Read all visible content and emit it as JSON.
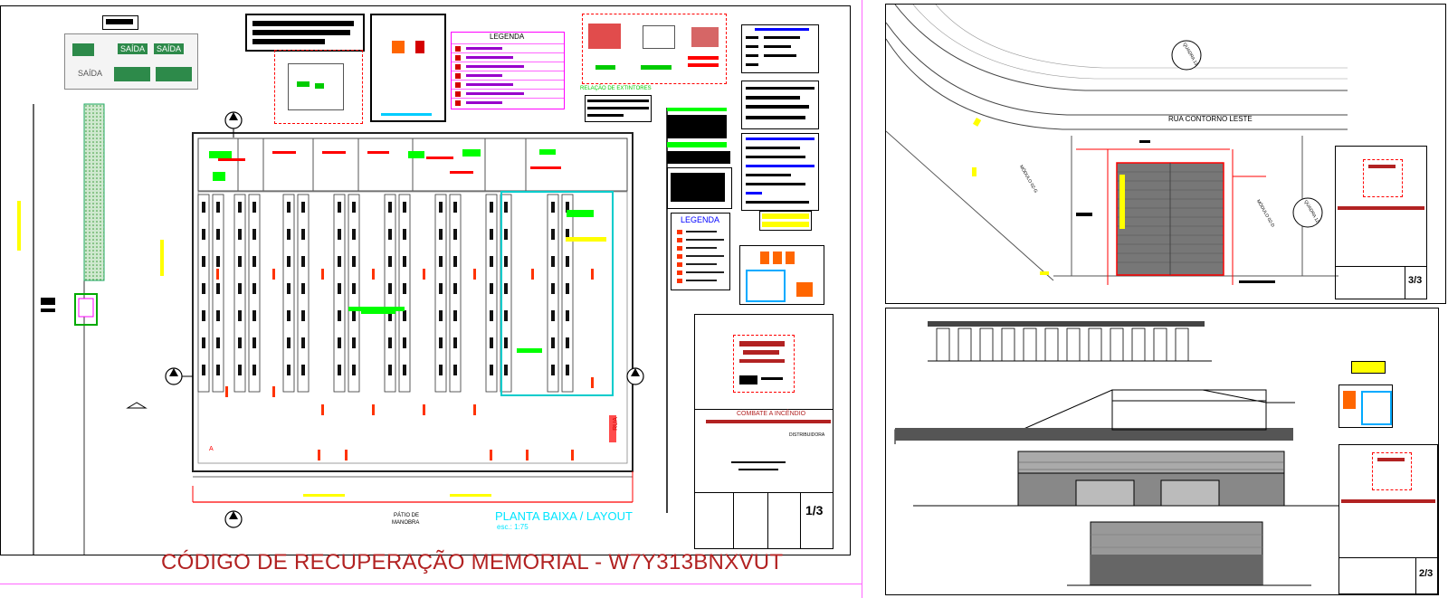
{
  "memorial_code": "CÓDIGO DE RECUPERAÇÃO MEMORIAL - W7Y313BNXVUT",
  "sheet1": {
    "legend_title": "LEGENDA",
    "extinguisher_list_title": "RELAÇÃO DE EXTINTORES",
    "legend2_title": "LEGENDA",
    "plan_title": "PLANTA BAIXA / LAYOUT",
    "plan_scale": "esc.: 1:75",
    "yard_label_1": "PÁTIO DE",
    "yard_label_2": "MANOBRA",
    "exit_sign_1": "SAÍDA",
    "exit_sign_2": "SAÍDA",
    "exit_sign_3": "SAÍDA",
    "exit_sign_4": "SAÍDA",
    "titleblock_heading": "COMBATE A INCÊNDIO",
    "titleblock_sub": "DISTRIBUIDORA",
    "sheet_number": "1/3",
    "section_mark": "A",
    "street_side": "RUA"
  },
  "sheet2": {
    "street": "RUA CONTORNO LESTE",
    "block_1": "QUADRA 13",
    "block_2": "QUADRA 12",
    "lot_1": "MÓDULO 02-G",
    "lot_2": "MÓDULO 02-D",
    "sheet_number": "3/3"
  },
  "sheet3": {
    "sheet_number": "2/3"
  },
  "colors": {
    "accent_red": "#b22222",
    "cad_red": "#ff0000",
    "cad_green": "#00ff00",
    "cad_cyan": "#00ffff",
    "cad_yellow": "#ffff00",
    "cad_magenta": "#ff00ff",
    "cad_blue": "#0000ff",
    "cad_purple": "#9900cc"
  }
}
